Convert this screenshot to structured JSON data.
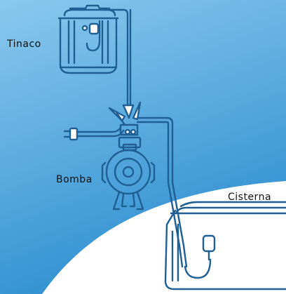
{
  "labels": {
    "tinaco": "Tinaco",
    "bomba": "Bomba",
    "cisterna": "Cisterna"
  },
  "colors": {
    "background_top": "#7fc2ea",
    "background_bottom": "#2f8fd0",
    "line": "#1f5f93",
    "fill": "#ffffff"
  },
  "icons": [
    "tinaco-tank-icon",
    "float-switch-icon",
    "pump-icon",
    "plug-icon",
    "pressure-switch-icon",
    "cisterna-tank-icon"
  ]
}
